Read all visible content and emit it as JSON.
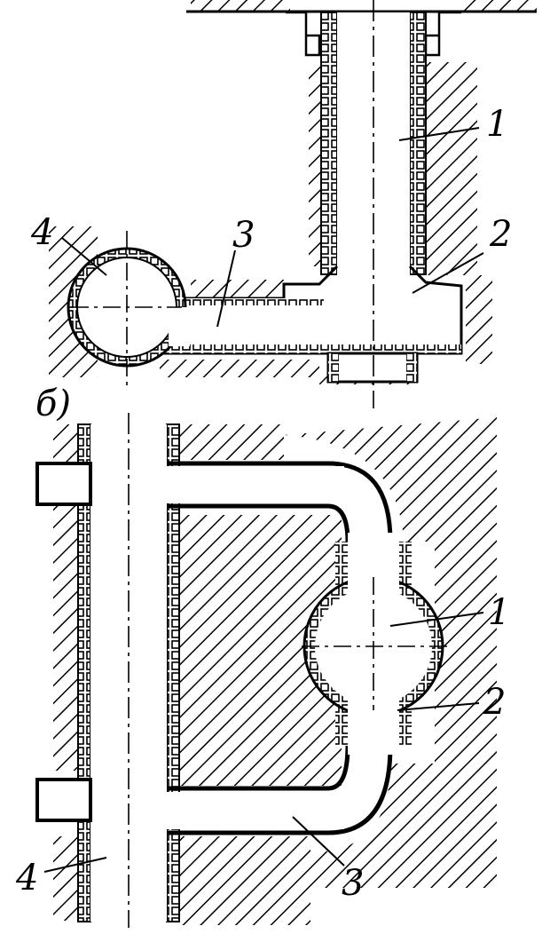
{
  "figure_a": {
    "callouts": [
      "1",
      "2",
      "3",
      "4"
    ]
  },
  "figure_b": {
    "panel_label": "б)",
    "callouts": [
      "1",
      "2",
      "3",
      "4"
    ]
  },
  "colors": {
    "ink": "#000000",
    "paper": "#ffffff"
  }
}
